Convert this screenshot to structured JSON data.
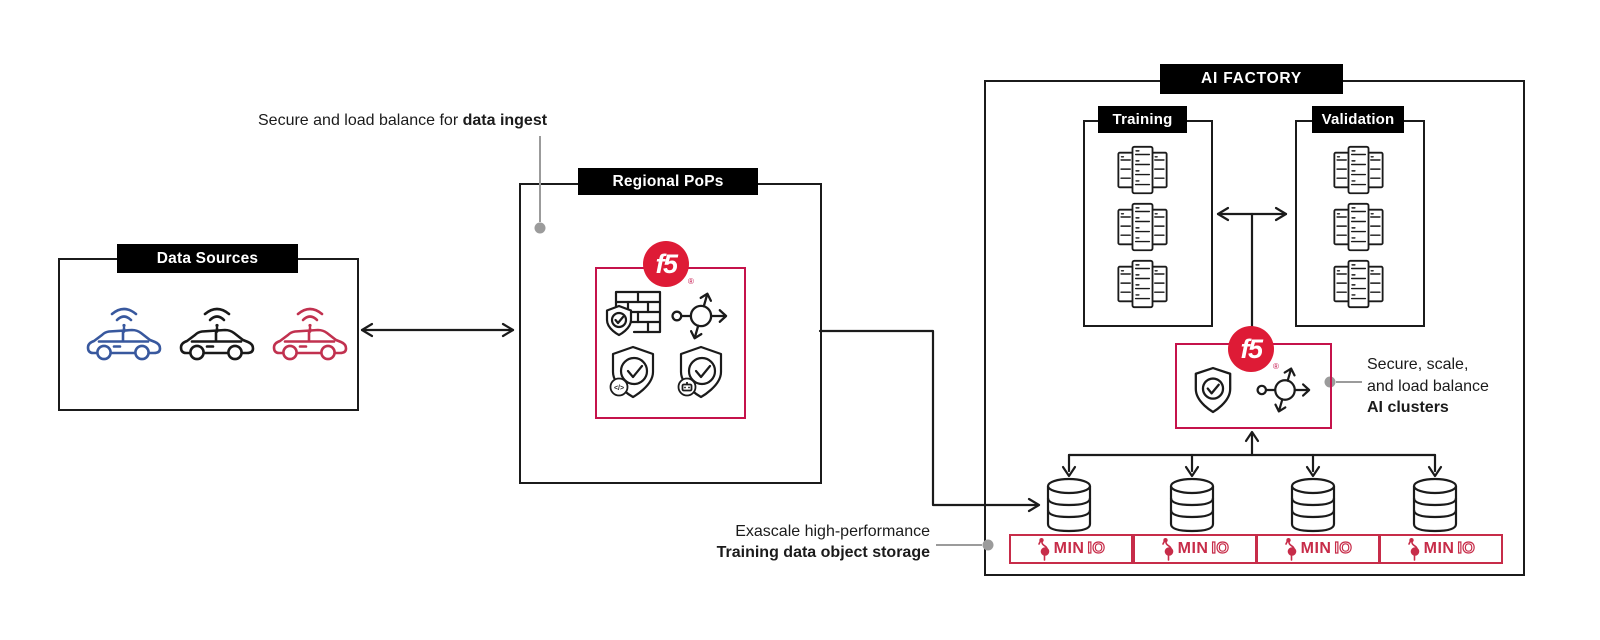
{
  "sections": {
    "data_sources": {
      "label": "Data Sources",
      "items": [
        "connected-car-blue",
        "connected-car-black",
        "connected-car-red"
      ]
    },
    "regional_pops": {
      "label": "Regional PoPs",
      "services": [
        "firewall",
        "load-balancer",
        "app-code-security",
        "bot-defense"
      ]
    },
    "ai_factory": {
      "label": "AI FACTORY",
      "training": {
        "label": "Training",
        "server_cluster_count": 3
      },
      "validation": {
        "label": "Validation",
        "server_cluster_count": 3
      },
      "f5_services": [
        "shield-check",
        "load-balancer"
      ],
      "storage_node_count": 4
    }
  },
  "annotations": {
    "ingest": {
      "text": "Secure and load balance for ",
      "bold": "data ingest"
    },
    "ai_clusters": {
      "line1": "Secure, scale,",
      "line2": "and load balance",
      "line3_bold": "AI clusters"
    },
    "storage": {
      "line1": "Exascale high-performance",
      "line2_bold": "Training data object storage"
    }
  },
  "logos": {
    "f5": {
      "text": "f5",
      "registered": "®"
    },
    "minio": {
      "bold": "MIN",
      "outline": "IO"
    }
  },
  "badges": {
    "code": "</>"
  },
  "colors": {
    "f5_red": "#DE1B36",
    "crimson_border": "#C5134B",
    "minio_red": "#C72C49",
    "car_blue": "#38589E",
    "car_black": "#191919",
    "car_red": "#C1314F",
    "connector_gray": "#9B9B9B",
    "line_black": "#1B1B1B"
  }
}
